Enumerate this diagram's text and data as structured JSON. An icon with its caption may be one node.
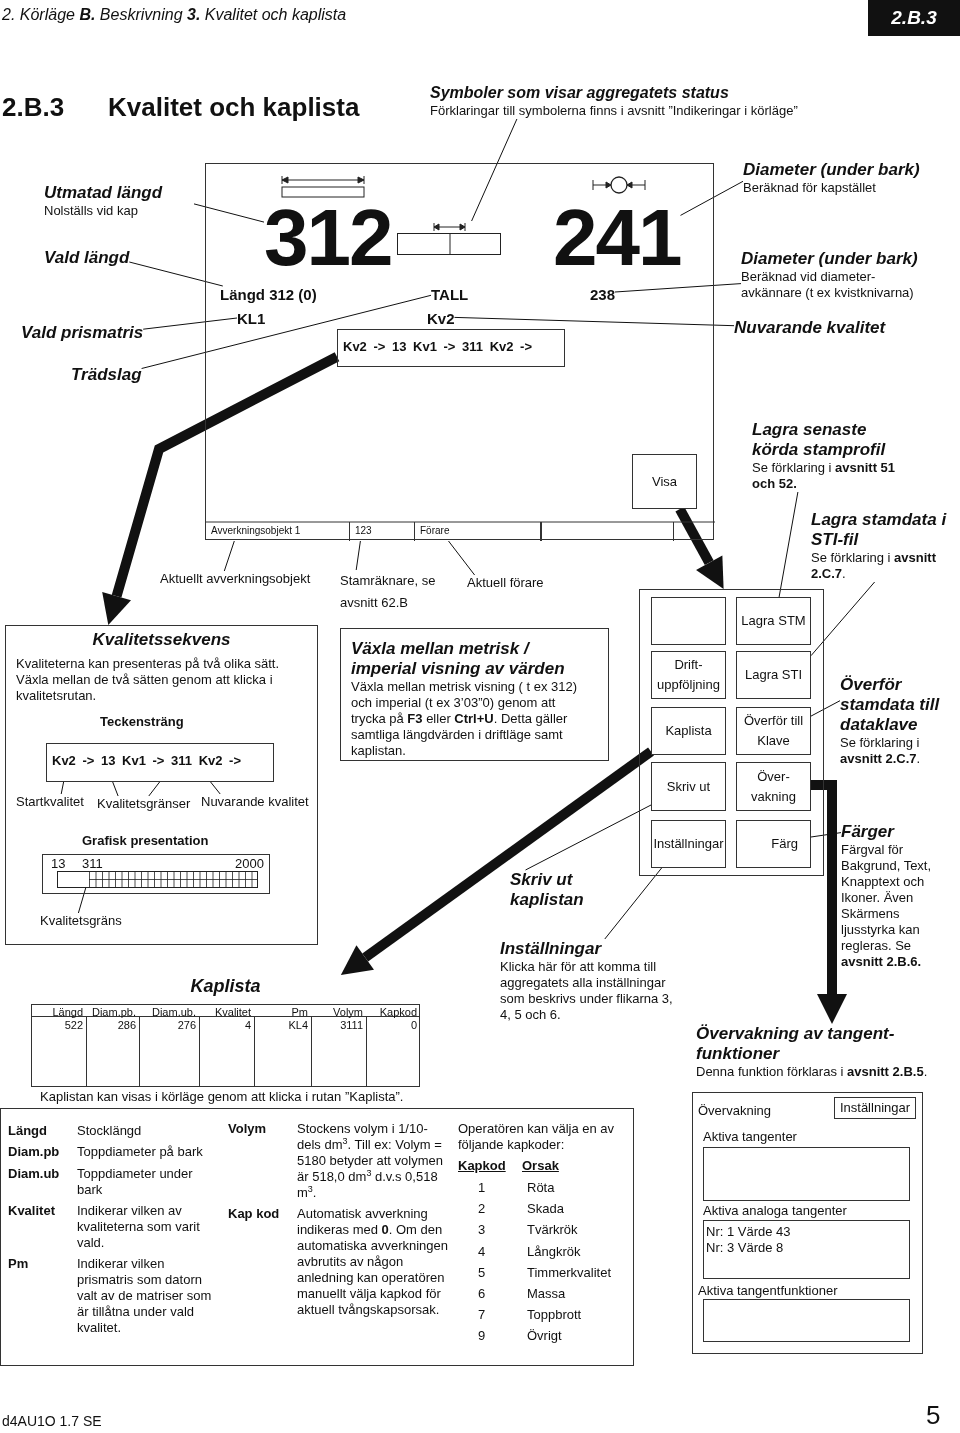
{
  "diagram": {
    "title": "Kvalitet och kaplista",
    "nodes": [
      {
        "text": [],
        "shape": "box"
      },
      {
        "text": [
          "312"
        ],
        "in": 0
      },
      {
        "text": [
          "241"
        ],
        "in": 0
      },
      {
        "text": [
          "Längd 312 (0)"
        ],
        "in": 0
      },
      {
        "text": [
          "TALL"
        ],
        "in": 0
      },
      {
        "text": [
          "238"
        ],
        "in": 0
      },
      {
        "text": [
          "KL1"
        ],
        "in": 0
      },
      {
        "text": [
          "Kv2"
        ],
        "in": 0
      },
      {
        "text": [
          "Kv2 -> 13 Kv1 -> 311 Kv2 ->"
        ],
        "in": 0
      },
      {
        "text": [
          "Visa"
        ],
        "in": 0
      },
      {
        "text": [
          "Avverkningsobjekt 1"
        ],
        "in": 0
      },
      {
        "text": [
          "123"
        ],
        "in": 0
      },
      {
        "text": [
          "Förare"
        ],
        "in": 0
      },
      {
        "text": [],
        "shape": "box",
        "in": 0
      },
      {
        "text": [
          "Symboler som visar aggregatets status",
          "Förklaringar till symbolerna finns i avsnitt ”Indikeringar i körläge”"
        ]
      },
      {
        "text": [
          "Utmatad längd",
          "Nolställs vid kap"
        ]
      },
      {
        "text": [
          "Vald längd"
        ]
      },
      {
        "text": [
          "Vald prismatris"
        ]
      },
      {
        "text": [
          "Trädslag"
        ]
      },
      {
        "text": [
          "Diameter (under bark)",
          "Beräknad för kapstället"
        ]
      },
      {
        "text": [
          "Diameter (under bark)",
          "Beräknad vid diameter- avkännare (t ex kvistknivarna)"
        ]
      },
      {
        "text": [
          "Nuvarande kvalitet"
        ]
      },
      {
        "text": [
          "Aktuellt avverkningsobjekt"
        ]
      },
      {
        "text": [
          "Stamräknare, se avsnitt 62.B"
        ]
      },
      {
        "text": [
          "Aktuell förare"
        ]
      },
      {
        "text": [
          "Lagra senaste körda stamprofil",
          "Se förklaring i **avsnitt 51 och 52.**"
        ]
      },
      {
        "text": [
          "Lagra stamdata i STI-fil",
          "Se förklaring i **avsnitt 2.C.7**."
        ]
      },
      {
        "text": [],
        "shape": "box"
      },
      {
        "text": [],
        "shape": "box",
        "in": 27
      },
      {
        "text": [
          "Lagra STM"
        ],
        "in": 27
      },
      {
        "text": [
          "Drift- uppföljning"
        ],
        "in": 27
      },
      {
        "text": [
          "Lagra STI"
        ],
        "in": 27
      },
      {
        "text": [
          "Kaplista"
        ],
        "in": 27
      },
      {
        "text": [
          "Överför till Klave"
        ],
        "in": 27
      },
      {
        "text": [
          "Skriv ut"
        ],
        "in": 27
      },
      {
        "text": [
          "Över- vakning"
        ],
        "in": 27
      },
      {
        "text": [
          "Inställningar"
        ],
        "in": 27
      },
      {
        "text": [
          "Färg"
        ],
        "in": 27
      },
      {
        "text": [
          "Kvalitetssekvens",
          "Kvaliteterna kan presenteras på två olika sätt. Växla mellan de två sätten genom att klicka i kvalitetsrutan."
        ]
      },
      {
        "text": [
          "Kv2 -> 13 Kv1 -> 311 Kv2 ->"
        ],
        "in": 38
      },
      {
        "text": [
          "Startkvalitet"
        ],
        "in": 38
      },
      {
        "text": [
          "Kvalitetsgränser"
        ],
        "in": 38
      },
      {
        "text": [
          "Nuvarande kvalitet"
        ],
        "in": 38
      },
      {
        "text": [
          "13",
          "311",
          "2000"
        ],
        "in": 38
      },
      {
        "text": [],
        "shape": "bar",
        "in": 43
      },
      {
        "text": [
          "Kvalitetsgräns"
        ],
        "in": 38
      },
      {
        "text": [
          "Växla mellan metrisk / imperial visning av värden",
          "Växla mellan metrisk visning ( t ex 312) och imperial (t ex 3’03”0) genom att trycka på **F3** eller **Ctrl+U**. Detta gäller samtliga längdvärden i driftläge samt kaplistan."
        ]
      },
      {
        "text": [
          "Överför stamdata till dataklave",
          "Se förklaring i **avsnitt 2.C.7**."
        ]
      },
      {
        "text": [
          "Färger",
          "Färgval för Bakgrund, Text, Knapptext och Ikoner. Även Skärmens ljusstyrka kan regleras. Se **avsnitt 2.B.6.**"
        ]
      },
      {
        "text": [
          "Skriv ut kaplistan"
        ]
      },
      {
        "text": [
          "Inställningar",
          "Klicka här för att komma till aggregatets alla inställningar som beskrivs under flikarna 3, 4, 5 och 6."
        ]
      },
      {
        "text": [
          "Kaplista"
        ],
        "beside": [
          "Kaplistan kan visas i körläge genom att klicka i rutan ”Kaplista”."
        ]
      },
      {
        "text": [
          "Övervakning av tangent- funktioner",
          "Denna funktion förklaras i **avsnitt 2.B.5**."
        ]
      },
      {
        "text": [
          "Aktiva tangenter"
        ]
      },
      {
        "text": [
          "Aktiva analoga tangenter",
          "Nr: 1 Värde 43",
          "Nr: 3 Värde 8"
        ]
      },
      {
        "text": [
          "Aktiva tangentfunktioner"
        ]
      }
    ],
    "edges": [
      {
        "from": 14,
        "to": 13,
        "arrow": "none"
      },
      {
        "from": 15,
        "to": 1,
        "arrow": "none"
      },
      {
        "from": 16,
        "to": 3,
        "arrow": "none"
      },
      {
        "from": 17,
        "to": 6,
        "arrow": "none"
      },
      {
        "from": 18,
        "to": 4,
        "arrow": "none"
      },
      {
        "from": 19,
        "to": 2,
        "arrow": "none"
      },
      {
        "from": 20,
        "to": 5,
        "arrow": "none"
      },
      {
        "from": 21,
        "to": 7,
        "arrow": "none"
      },
      {
        "from": 22,
        "to": 10,
        "arrow": "none"
      },
      {
        "from": 23,
        "to": 11,
        "arrow": "none"
      },
      {
        "from": 24,
        "to": 12,
        "arrow": "none"
      },
      {
        "from": 8,
        "to": 38,
        "arrow": "to",
        "style": "thick"
      },
      {
        "from": 9,
        "to": 27,
        "arrow": "to",
        "style": "thick"
      },
      {
        "from": 25,
        "to": 29,
        "arrow": "none"
      },
      {
        "from": 26,
        "to": 31,
        "arrow": "none"
      },
      {
        "from": 47,
        "to": 33,
        "arrow": "none"
      },
      {
        "from": 40,
        "to": 39,
        "arrow": "none"
      },
      {
        "from": 41,
        "to": 39,
        "arrow": "none"
      },
      {
        "from": 41,
        "to": 39,
        "arrow": "none"
      },
      {
        "from": 42,
        "to": 39,
        "arrow": "none"
      },
      {
        "from": 45,
        "to": 44,
        "arrow": "none"
      },
      {
        "from": 32,
        "to": 51,
        "arrow": "to",
        "style": "thick"
      },
      {
        "from": 35,
        "to": 52,
        "arrow": "to",
        "style": "thick"
      },
      {
        "from": 49,
        "to": 34,
        "arrow": "none"
      },
      {
        "from": 50,
        "to": 36,
        "arrow": "none"
      },
      {
        "from": 48,
        "to": 37,
        "arrow": "none"
      }
    ],
    "labels": [
      "2. Körläge **B.** Beskrivning **3.** Kvalitet och kaplista",
      "2.B.3",
      "2.B.3",
      "Teckensträng",
      "Grafisk presentation",
      "Längd",
      "Diam.pb.",
      "Diam.ub.",
      "Kvalitet",
      "Pm",
      "Volym",
      "Kapkod",
      "522",
      "286",
      "276",
      "4",
      "KL4",
      "3111",
      "0",
      "Längd",
      "Stocklängd",
      "Diam.pb",
      "Toppdiameter på bark",
      "Diam.ub",
      "Toppdiameter under bark",
      "Kvalitet",
      "Indikerar vilken av kvaliteterna som varit vald.",
      "Pm",
      "Indikerar vilken prismatris som datorn valt av de matriser som är tillåtna under vald kvalitet.",
      "Volym",
      "Stockens volym i 1/10-dels dm$^{3}$. Till ex: Volym = 5180 betyder att volymen är 518,0 dm$^{3}$ d.v.s 0,518 m$^{3}$.",
      "Kap kod",
      "Automatisk avverkning indikeras med **0**. Om den automatiska avverkningen avbrutits av någon anledning kan operatören manuellt välja kapkod för aktuell tvångskapsorsak.",
      "Operatören kan välja en av följande kapkoder:",
      "Kapkod",
      "Orsak",
      "1",
      "Röta",
      "2",
      "Skada",
      "3",
      "Tvärkrök",
      "4",
      "Långkrök",
      "5",
      "Timmerkvalitet",
      "6",
      "Massa",
      "7",
      "Toppbrott",
      "9",
      "Övrigt",
      "Övervakning",
      "Inställningar",
      "d4AU1O 1.7 SE",
      "5"
    ]
  }
}
